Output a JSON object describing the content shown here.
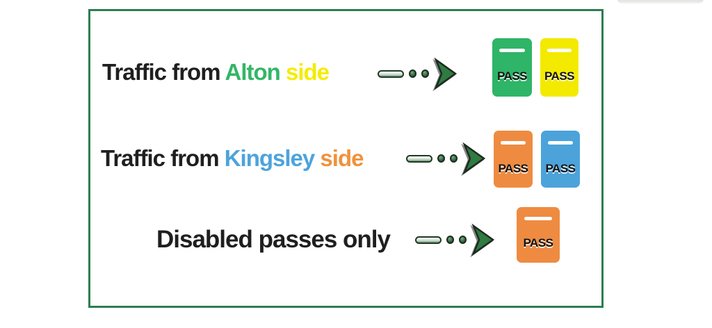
{
  "palette": {
    "page_bg": "#ffffff",
    "frame_green": "#2e7d52",
    "arrow_green": "#2f7b42",
    "arrow_outline": "#1e2a1f",
    "artifact_gray": "#d6d3d0"
  },
  "icons": {
    "arrow": "dash-dot-arrow-right-icon"
  },
  "rows": [
    {
      "name": "traffic-from-alton",
      "segments": [
        {
          "text": "Traffic from ",
          "color": "#1f1f1f"
        },
        {
          "text": "Alton ",
          "color": "#33b667"
        },
        {
          "text": "side",
          "color": "#f5ec00"
        }
      ],
      "passes": [
        {
          "label": "PASS",
          "bg": "#2eb567",
          "text_color": "#141414"
        },
        {
          "label": "PASS",
          "bg": "#f3ea00",
          "text_color": "#141414"
        }
      ]
    },
    {
      "name": "traffic-from-kingsley",
      "segments": [
        {
          "text": "Traffic from ",
          "color": "#1f1f1f"
        },
        {
          "text": "Kingsley ",
          "color": "#4da3dc"
        },
        {
          "text": "side",
          "color": "#f0923c"
        }
      ],
      "passes": [
        {
          "label": "PASS",
          "bg": "#ee8b41",
          "text_color": "#141414"
        },
        {
          "label": "PASS",
          "bg": "#4ba3da",
          "text_color": "#141414"
        }
      ]
    },
    {
      "name": "disabled-passes-only",
      "segments": [
        {
          "text": "Disabled passes only",
          "color": "#1f1f1f"
        }
      ],
      "passes": [
        {
          "label": "PASS",
          "bg": "#ee8b41",
          "text_color": "#141414"
        }
      ]
    }
  ]
}
